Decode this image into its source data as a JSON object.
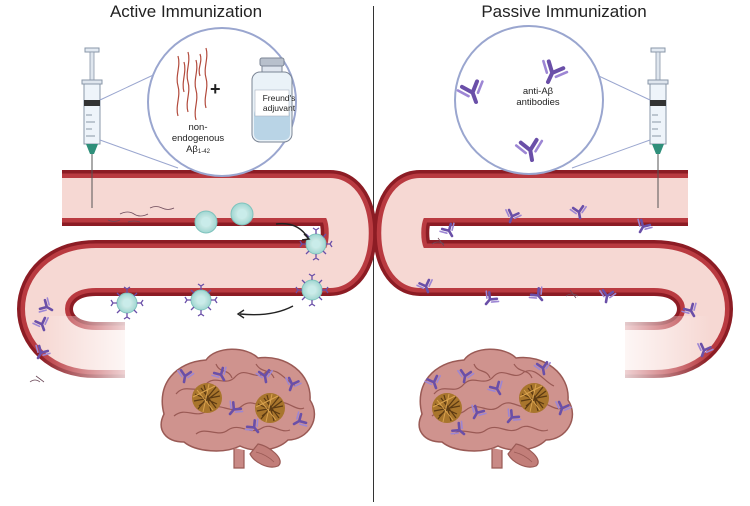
{
  "left_panel": {
    "title": "Active Immunization",
    "antigen_label_line1": "non-",
    "antigen_label_line2": "endogenous",
    "antigen_label_line3": "Aβ",
    "antigen_label_sub": "1-42",
    "adjuvant_label_line1": "Freund's",
    "adjuvant_label_line2": "adjuvant",
    "plus_sign": "+"
  },
  "right_panel": {
    "title": "Passive Immunization",
    "antibody_label_line1": "anti-Aβ",
    "antibody_label_line2": "antibodies"
  },
  "colors": {
    "gut_outer": "#8c1c24",
    "gut_inner": "#f6d8d3",
    "antibody": "#6a4fa8",
    "immune_cell": "#a8dcd8",
    "plaque": "#8a5a1e",
    "brain": "#c98a86",
    "syringe_needle": "#2f8f7a"
  }
}
